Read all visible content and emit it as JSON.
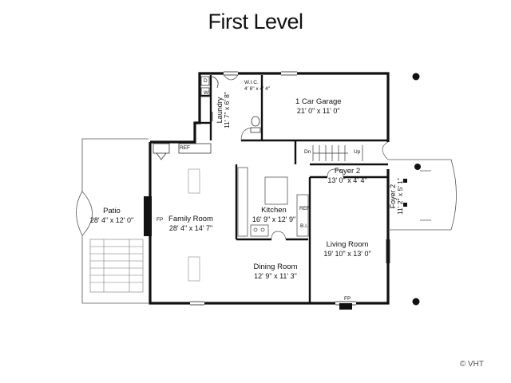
{
  "title": "First Level",
  "rooms": {
    "garage": {
      "name": "1 Car Garage",
      "dims": "21' 0\" x 11' 0\""
    },
    "laundry": {
      "name": "Laundry",
      "dims": "11' 7\" x 6' 8\""
    },
    "wic": {
      "name": "W.I.C.",
      "dims": "4' 6\" x 4' 4\""
    },
    "patio": {
      "name": "Patio",
      "dims": "28' 4\" x 12' 0\""
    },
    "family": {
      "name": "Family Room",
      "dims": "28' 4\" x 14' 7\""
    },
    "kitchen": {
      "name": "Kitchen",
      "dims": "16' 9\" x 12' 9\""
    },
    "foyer2a": {
      "name": "Foyer 2",
      "dims": "13' 0\" x 4' 4\""
    },
    "foyer2b": {
      "name": "Foyer 2",
      "dims": "11' 2\" x 5' 1\""
    },
    "living": {
      "name": "Living Room",
      "dims": "19' 10\" x 13' 0\""
    },
    "dining": {
      "name": "Dining Room",
      "dims": "12' 9\" x 11' 3\""
    }
  },
  "fixtures": {
    "dryer": "D",
    "washer": "W",
    "ref_top": "REF",
    "ref_kitchen": "REF",
    "built_in": "B.I.",
    "fireplace_family": "FP",
    "fireplace_living": "FP",
    "stairs_down": "Dn",
    "stairs_up": "Up"
  },
  "copyright": "© VHT"
}
